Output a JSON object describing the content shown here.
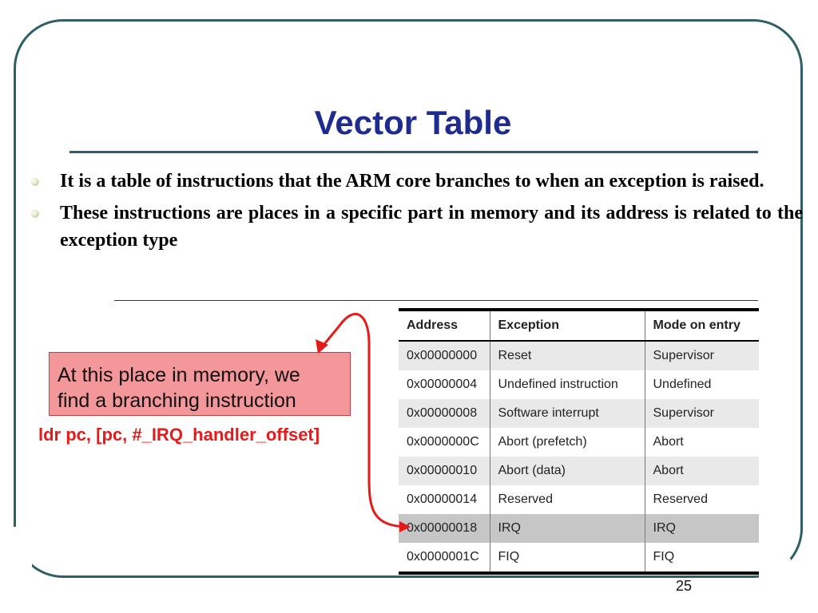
{
  "slide": {
    "title": "Vector Table",
    "page_number": "25"
  },
  "bullets": [
    "It is a table of instructions that the ARM core branches to when an exception is raised.",
    "These instructions are places in a specific part in memory and its address is related to the exception type"
  ],
  "callout": {
    "line1": "At this place in memory, we",
    "line2": "find a branching instruction",
    "code": "ldr pc, [pc, #_IRQ_handler_offset]"
  },
  "table": {
    "headers": [
      "Address",
      "Exception",
      "Mode on entry"
    ],
    "rows": [
      [
        "0x00000000",
        "Reset",
        "Supervisor"
      ],
      [
        "0x00000004",
        "Undefined instruction",
        "Undefined"
      ],
      [
        "0x00000008",
        "Software interrupt",
        "Supervisor"
      ],
      [
        "0x0000000C",
        "Abort (prefetch)",
        "Abort"
      ],
      [
        "0x00000010",
        "Abort (data)",
        "Abort"
      ],
      [
        "0x00000014",
        "Reserved",
        "Reserved"
      ],
      [
        "0x00000018",
        "IRQ",
        "IRQ"
      ],
      [
        "0x0000001C",
        "FIQ",
        "FIQ"
      ]
    ]
  },
  "colors": {
    "title": "#1f2c8f",
    "frame": "#2f5f66",
    "callout_bg": "#f4979a",
    "arrow": "#e51a1a",
    "highlight_row": "#c6c6c6"
  }
}
